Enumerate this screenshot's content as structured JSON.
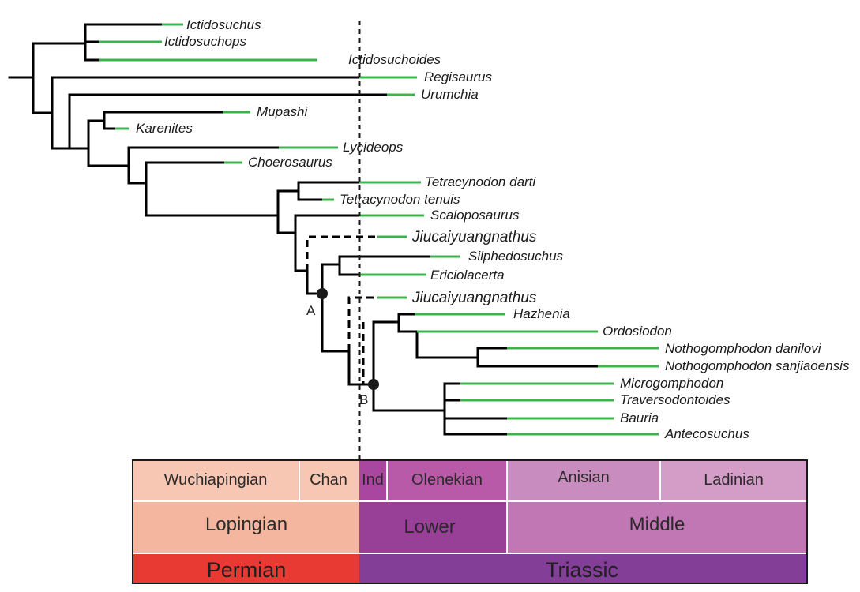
{
  "taxa": {
    "ictidosuchus": "Ictidosuchus",
    "ictidosuchops": "Ictidosuchops",
    "ictidosuchoides": "Ictidosuchoides",
    "regisaurus": "Regisaurus",
    "urumchia": "Urumchia",
    "mupashi": "Mupashi",
    "karenites": "Karenites",
    "lycideops": "Lycideops",
    "choerosaurus": "Choerosaurus",
    "tetracynodon_darti": "Tetracynodon darti",
    "tetracynodon_tenuis": "Tetracynodon tenuis",
    "scaloposaurus": "Scaloposaurus",
    "jiucaiyuangnathus_1": "Jiucaiyuangnathus",
    "silphedosuchus": "Silphedosuchus",
    "ericiolacerta": "Ericiolacerta",
    "jiucaiyuangnathus_2": "Jiucaiyuangnathus",
    "hazhenia": "Hazhenia",
    "ordosiodon": "Ordosiodon",
    "nothogomphodon_danilovi": "Nothogomphodon danilovi",
    "nothogomphodon_sanjiaoensis": "Nothogomphodon sanjiaoensis",
    "microgomphodon": "Microgomphodon",
    "traversodontoides": "Traversodontoides",
    "bauria": "Bauria",
    "antecosuchus": "Antecosuchus"
  },
  "nodes": {
    "a": "A",
    "b": "B"
  },
  "timescale": {
    "stages": {
      "wuchiapingian": "Wuchiapingian",
      "chan": "Chan",
      "ind": "Ind",
      "olenekian": "Olenekian",
      "anisian": "Anisian",
      "ladinian": "Ladinian"
    },
    "series": {
      "lopingian": "Lopingian",
      "lower": "Lower",
      "middle": "Middle"
    },
    "systems": {
      "permian": "Permian",
      "triassic": "Triassic"
    }
  },
  "colors": {
    "wuchiapingian": "#f7c7b3",
    "chan": "#f7c7b3",
    "ind": "#a846a0",
    "olenekian": "#b85aa8",
    "anisian": "#c98cbf",
    "ladinian": "#d39dc7",
    "lopingian": "#f4b69e",
    "lower": "#983f97",
    "middle": "#c077b3",
    "permian": "#e83a33",
    "triassic": "#833e97",
    "range_bar": "#3cb44b"
  }
}
